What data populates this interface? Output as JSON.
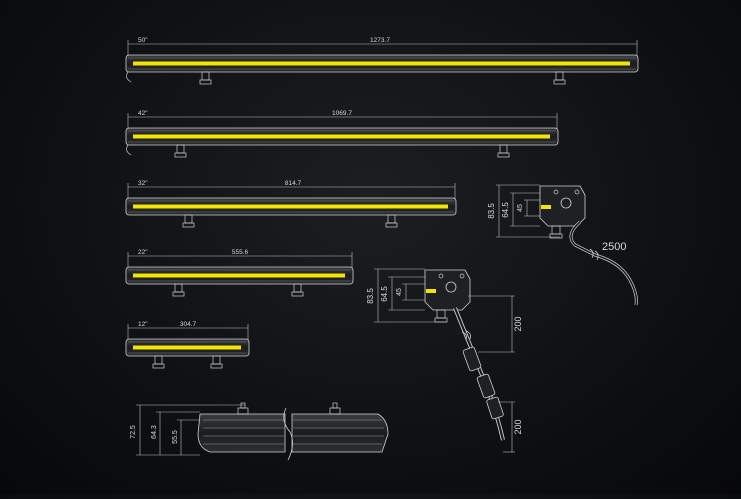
{
  "bars": [
    {
      "size_label": "50\"",
      "length": "1273.7"
    },
    {
      "size_label": "42\"",
      "length": "1069.7"
    },
    {
      "size_label": "32\"",
      "length": "814.7"
    },
    {
      "size_label": "22\"",
      "length": "555.6"
    },
    {
      "size_label": "12\"",
      "length": "304.7"
    }
  ],
  "side_view": {
    "total_height": "72.5",
    "body_height": "64.3",
    "lens_height": "55.5"
  },
  "bracket_right": {
    "outer": "83.5",
    "mid": "64.5",
    "inner": "45",
    "cable_length": "2500"
  },
  "bracket_center": {
    "outer": "83.5",
    "mid": "64.5",
    "inner": "45",
    "segment_upper": "200",
    "segment_lower": "200"
  },
  "colors": {
    "background": "#0e1012",
    "line": "#cfcfcf",
    "lens": "#f2e600",
    "housing": "#2a2c2f"
  }
}
